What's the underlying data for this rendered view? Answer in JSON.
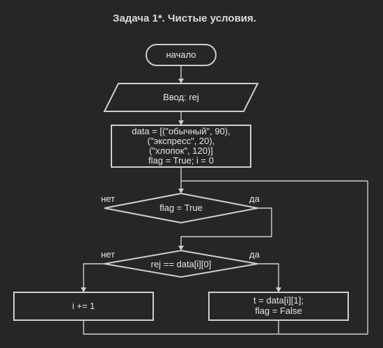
{
  "title": "Задача 1*. Чистые условия.",
  "nodes": {
    "start": "начало",
    "input": "Ввод: rej",
    "init": [
      "data = [(\"обычный\", 90),",
      "(\"экспресс\", 20),",
      "(\"хлопок\", 120)]",
      "flag = True; i = 0"
    ],
    "cond1": "flag = True",
    "cond2": "rej == data[i][0]",
    "inc": "i += 1",
    "assign": [
      "t = data[i][1];",
      "flag = False"
    ]
  },
  "labels": {
    "no1": "нет",
    "yes1": "да",
    "no2": "нет",
    "yes2": "да"
  }
}
